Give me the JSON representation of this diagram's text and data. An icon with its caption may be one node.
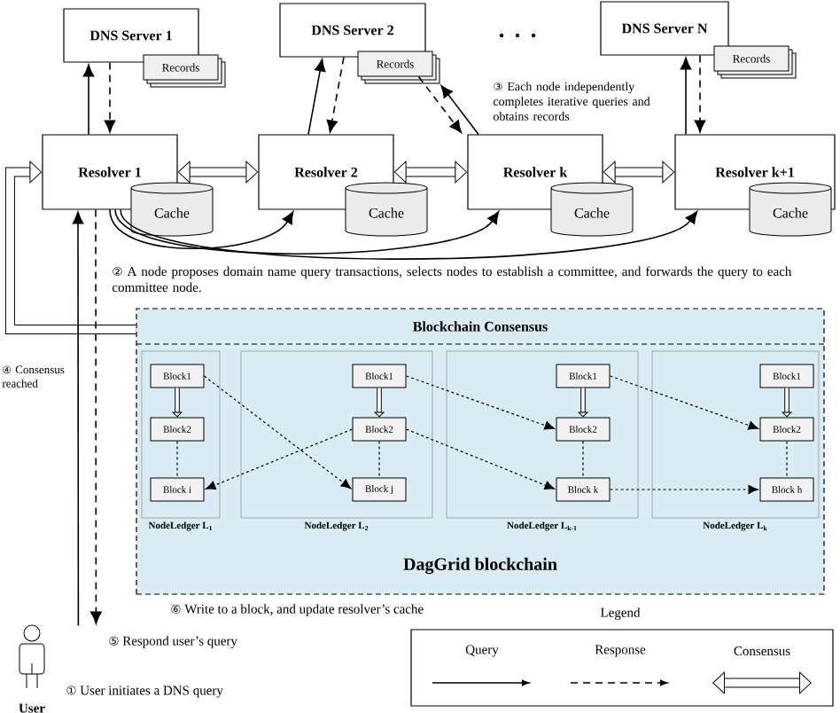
{
  "diagram": {
    "nodes": [
      {
        "text": [
          "DNS Server 1"
        ]
      },
      {
        "text": [
          "Records"
        ]
      },
      {
        "text": [
          "DNS Server 2"
        ]
      },
      {
        "text": [
          "Records"
        ]
      },
      {
        "text": [
          "DNS Server N"
        ]
      },
      {
        "text": [
          "Records"
        ]
      },
      {
        "text": [
          "Resolver 1"
        ]
      },
      {
        "text": [
          "Cache"
        ]
      },
      {
        "text": [
          "Resolver 2"
        ]
      },
      {
        "text": [
          "Cache"
        ]
      },
      {
        "text": [
          "Resolver k"
        ]
      },
      {
        "text": [
          "Cache"
        ]
      },
      {
        "text": [
          "Resolver k+1"
        ]
      },
      {
        "text": [
          "Cache"
        ]
      },
      {
        "text": [
          "Blockchain Consensus",
          "DagGrid blockchain"
        ]
      },
      {
        "text": [
          "NodeLedger L$_{1}$"
        ],
        "in": 14
      },
      {
        "text": [
          "Block1"
        ],
        "in": 15
      },
      {
        "text": [
          "Block2"
        ],
        "in": 15
      },
      {
        "text": [
          "Block i"
        ],
        "in": 15
      },
      {
        "text": [
          "NodeLedger L$_{2}$"
        ],
        "in": 14
      },
      {
        "text": [
          "Block1"
        ],
        "in": 19
      },
      {
        "text": [
          "Block2"
        ],
        "in": 19
      },
      {
        "text": [
          "Block j"
        ],
        "in": 19
      },
      {
        "text": [
          "NodeLedger L$_{k-1}$"
        ],
        "in": 14
      },
      {
        "text": [
          "Block1"
        ],
        "in": 23
      },
      {
        "text": [
          "Block2"
        ],
        "in": 23
      },
      {
        "text": [
          "Block k"
        ],
        "in": 23
      },
      {
        "text": [
          "NodeLedger L$_{k}$"
        ],
        "in": 14
      },
      {
        "text": [
          "Block1"
        ],
        "in": 27
      },
      {
        "text": [
          "Block2"
        ],
        "in": 27
      },
      {
        "text": [
          "Block h"
        ],
        "in": 27
      },
      {
        "text": [
          "User"
        ]
      }
    ],
    "edges": [
      {
        "from": 6,
        "to": 0,
        "arrow": "to"
      },
      {
        "from": 0,
        "to": 6,
        "arrow": "to",
        "style": "dashed"
      },
      {
        "from": 8,
        "to": 2,
        "arrow": "to"
      },
      {
        "from": 2,
        "to": 8,
        "arrow": "to",
        "style": "dashed"
      },
      {
        "from": 10,
        "to": 3,
        "arrow": "to"
      },
      {
        "from": 3,
        "to": 10,
        "arrow": "to",
        "style": "dashed"
      },
      {
        "from": 12,
        "to": 4,
        "arrow": "to"
      },
      {
        "from": 4,
        "to": 12,
        "arrow": "to",
        "style": "dashed"
      },
      {
        "from": 6,
        "to": 8,
        "arrow": "both",
        "style": "thick"
      },
      {
        "from": 8,
        "to": 10,
        "arrow": "both",
        "style": "thick"
      },
      {
        "from": 10,
        "to": 12,
        "arrow": "both",
        "style": "thick"
      },
      {
        "from": 6,
        "to": 8,
        "arrow": "to"
      },
      {
        "from": 6,
        "to": 10,
        "arrow": "to"
      },
      {
        "from": 6,
        "to": 12,
        "arrow": "to"
      },
      {
        "from": 14,
        "to": 6,
        "arrow": "to",
        "style": "thick"
      },
      {
        "from": 31,
        "to": 6,
        "arrow": "to"
      },
      {
        "from": 6,
        "to": 31,
        "arrow": "to",
        "style": "dashed"
      },
      {
        "from": 16,
        "to": 17,
        "arrow": "to",
        "style": "thick"
      },
      {
        "from": 17,
        "to": 18,
        "arrow": "none",
        "style": "dashed"
      },
      {
        "from": 20,
        "to": 21,
        "arrow": "to",
        "style": "thick"
      },
      {
        "from": 21,
        "to": 22,
        "arrow": "none",
        "style": "dashed"
      },
      {
        "from": 24,
        "to": 25,
        "arrow": "to",
        "style": "thick"
      },
      {
        "from": 25,
        "to": 26,
        "arrow": "none",
        "style": "dashed"
      },
      {
        "from": 28,
        "to": 29,
        "arrow": "to",
        "style": "thick"
      },
      {
        "from": 29,
        "to": 30,
        "arrow": "none",
        "style": "dashed"
      },
      {
        "from": 16,
        "to": 22,
        "arrow": "to",
        "style": "dashed"
      },
      {
        "from": 20,
        "to": 25,
        "arrow": "to",
        "style": "dashed"
      },
      {
        "from": 24,
        "to": 29,
        "arrow": "to",
        "style": "dashed"
      },
      {
        "from": 21,
        "to": 18,
        "arrow": "to",
        "style": "dashed"
      },
      {
        "from": 21,
        "to": 26,
        "arrow": "to",
        "style": "dashed"
      },
      {
        "from": 26,
        "to": 30,
        "arrow": "to",
        "style": "dashed"
      }
    ],
    "labels": [
      "③ Each node independently completes iterative queries and obtains records",
      "② A node proposes domain name query transactions, selects nodes to establish a committee, and forwards the query to each committee node.",
      "④ Consensus reached",
      "⑥ Write to a block, and update resolver’s cache",
      "⑤ Respond user’s query",
      "① User initiates a DNS query",
      "Legend"
    ],
    "legend": [
      {
        "text": "Query"
      },
      {
        "text": "Response"
      },
      {
        "text": "Consensus"
      }
    ]
  }
}
